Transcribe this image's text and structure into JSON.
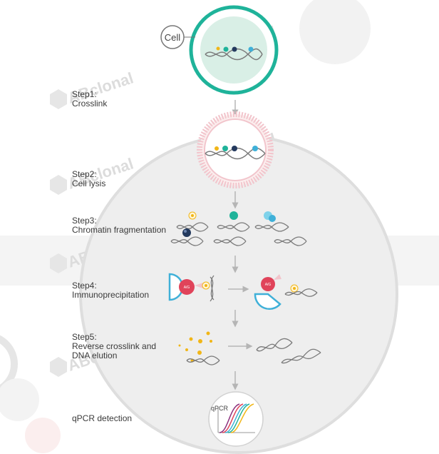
{
  "labels": {
    "cell": "Cell",
    "qpcr": "qPCR",
    "ag": "A/G",
    "watermark": "ABclonal"
  },
  "steps": [
    {
      "line1": "Step1:",
      "line2": "Crosslink"
    },
    {
      "line1": "Step2:",
      "line2": "Cell lysis"
    },
    {
      "line1": "Step3:",
      "line2": "Chromatin fragmentation"
    },
    {
      "line1": "Step4:",
      "line2": "Immunoprecipitation"
    },
    {
      "line1": "Step5:",
      "line2": "Reverse crosslink and",
      "line3": "DNA elution"
    }
  ],
  "final": "qPCR detection",
  "colors": {
    "teal": "#1fb39a",
    "pink": "#f2c5cc",
    "red": "#e0435a",
    "blue": "#3fb0d8",
    "navy": "#243a5e",
    "yellow": "#f1b617",
    "grey": "#d8d8d8",
    "dna": "#7a7a7a"
  }
}
